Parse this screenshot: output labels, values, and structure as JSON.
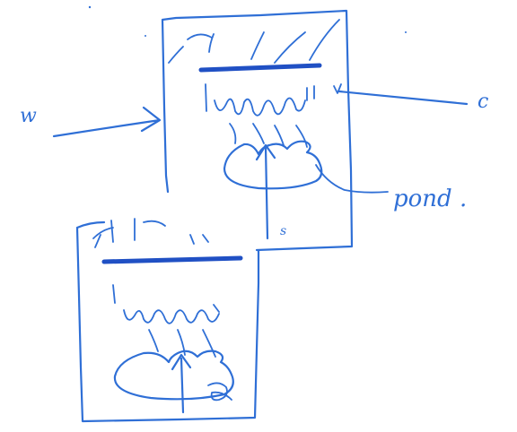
{
  "labels": {
    "w": "w",
    "c": "c",
    "pond": "pond .",
    "s": "s"
  },
  "colors": {
    "ink": "#2f6fd6",
    "ink_dark": "#2050c4",
    "background": "#ffffff"
  }
}
